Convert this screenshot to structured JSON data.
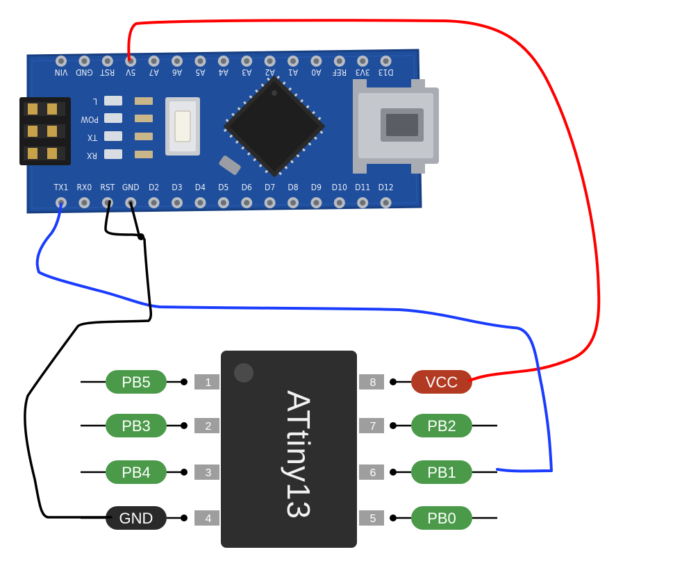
{
  "board": {
    "top_pins": [
      "VIN",
      "GND",
      "RST",
      "5V",
      "A7",
      "A6",
      "A5",
      "A4",
      "A3",
      "A2",
      "A1",
      "A0",
      "REF",
      "3V3",
      "D13"
    ],
    "bottom_pins": [
      "TX1",
      "RX0",
      "RST",
      "GND",
      "D2",
      "D3",
      "D4",
      "D5",
      "D6",
      "D7",
      "D8",
      "D9",
      "D10",
      "D11",
      "D12"
    ],
    "leds": [
      "L",
      "POW",
      "TX",
      "RX"
    ],
    "colors": {
      "pcb": "#1f4e9c",
      "pcb_edge": "#1a3f80",
      "silkscreen": "#e9eef6"
    }
  },
  "chip": {
    "name": "ATtiny13",
    "left_pins": [
      {
        "number": "1",
        "label": "PB5",
        "color": "#4a9a4a"
      },
      {
        "number": "2",
        "label": "PB3",
        "color": "#4a9a4a"
      },
      {
        "number": "3",
        "label": "PB4",
        "color": "#4a9a4a"
      },
      {
        "number": "4",
        "label": "GND",
        "color": "#2a2a2a"
      }
    ],
    "right_pins": [
      {
        "number": "8",
        "label": "VCC",
        "color": "#b23a22"
      },
      {
        "number": "7",
        "label": "PB2",
        "color": "#4a9a4a"
      },
      {
        "number": "6",
        "label": "PB1",
        "color": "#4a9a4a"
      },
      {
        "number": "5",
        "label": "PB0",
        "color": "#4a9a4a"
      }
    ]
  },
  "wires": [
    {
      "from": "5V",
      "to": "VCC",
      "color": "#ff0000"
    },
    {
      "from": "TX1",
      "to": "PB1",
      "color": "#1a3cff"
    },
    {
      "from": "RST+GND",
      "to": "GND",
      "color": "#000000"
    }
  ]
}
